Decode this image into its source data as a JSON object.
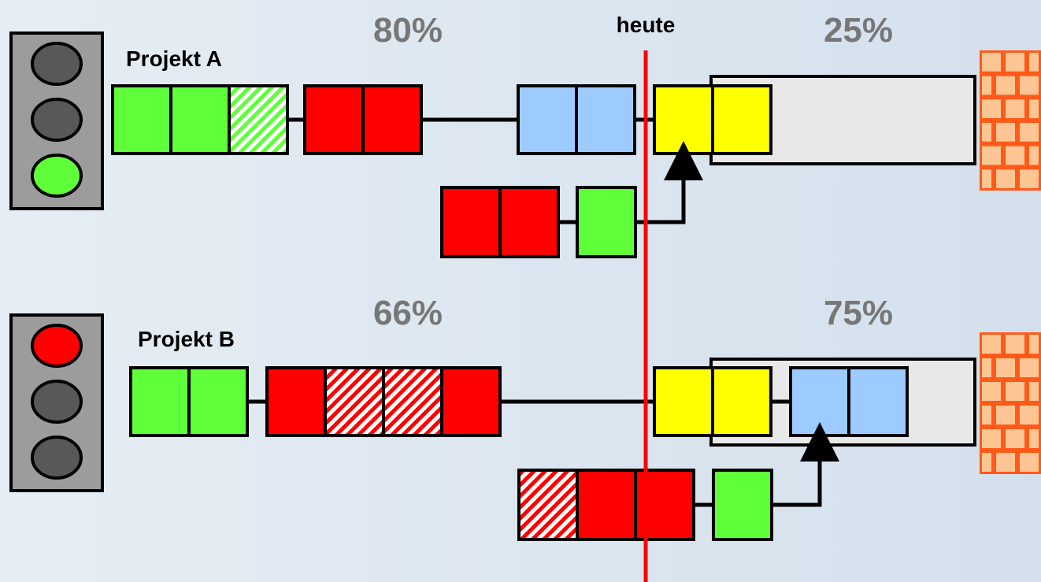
{
  "today_label": "heute",
  "colors": {
    "green": "#5fff3a",
    "red": "#ff0000",
    "blue": "#9ecbff",
    "yellow": "#ffff00",
    "gray_panel": "#e8e8e8",
    "brick": "#fcc694",
    "brick_border": "#ff5a1a",
    "today_line": "#ff0000",
    "traffic_body": "#9c9c9c",
    "light_off": "#585858",
    "percent_text": "#777777"
  },
  "projects": [
    {
      "name": "Projekt A",
      "traffic_light": "green",
      "progress_done": "80%",
      "progress_open": "25%",
      "main_chain": [
        {
          "color": "green",
          "hatched": false
        },
        {
          "color": "green",
          "hatched": false
        },
        {
          "color": "green",
          "hatched": true
        },
        {
          "color": "red",
          "hatched": false
        },
        {
          "color": "red",
          "hatched": false
        },
        {
          "color": "blue",
          "hatched": false
        },
        {
          "color": "blue",
          "hatched": false
        },
        {
          "color": "yellow",
          "hatched": false
        },
        {
          "color": "yellow",
          "hatched": false
        }
      ],
      "feeding_chain": [
        {
          "color": "red",
          "hatched": false
        },
        {
          "color": "red",
          "hatched": false
        },
        {
          "color": "green",
          "hatched": false
        }
      ]
    },
    {
      "name": "Projekt B",
      "traffic_light": "red",
      "progress_done": "66%",
      "progress_open": "75%",
      "main_chain": [
        {
          "color": "green",
          "hatched": false
        },
        {
          "color": "green",
          "hatched": false
        },
        {
          "color": "red",
          "hatched": false
        },
        {
          "color": "red",
          "hatched": true
        },
        {
          "color": "red",
          "hatched": true
        },
        {
          "color": "red",
          "hatched": false
        },
        {
          "color": "yellow",
          "hatched": false
        },
        {
          "color": "yellow",
          "hatched": false
        },
        {
          "color": "blue",
          "hatched": false
        },
        {
          "color": "blue",
          "hatched": false
        }
      ],
      "feeding_chain": [
        {
          "color": "red",
          "hatched": true
        },
        {
          "color": "red",
          "hatched": false
        },
        {
          "color": "red",
          "hatched": false
        },
        {
          "color": "green",
          "hatched": false
        }
      ]
    }
  ]
}
